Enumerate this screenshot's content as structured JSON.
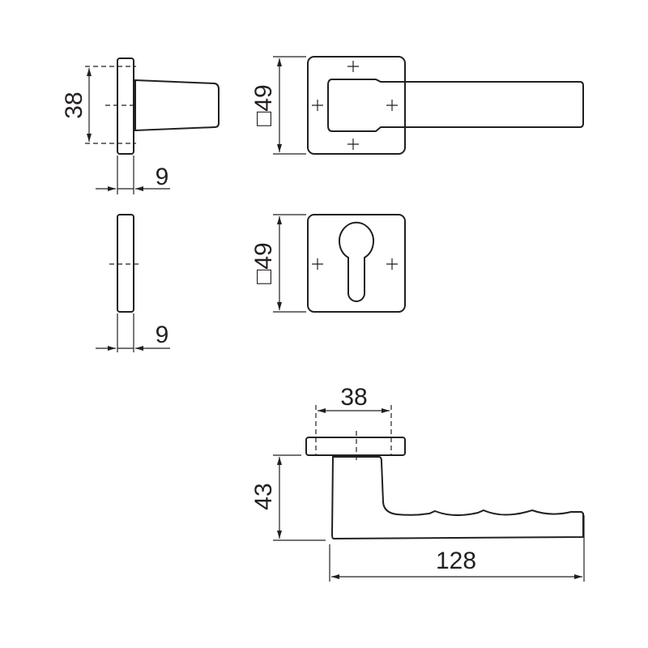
{
  "drawing": {
    "rose_diameter": "38",
    "rose_thickness_top": "9",
    "rose_thickness_bottom": "9",
    "plate_size_top": "□49",
    "plate_size_bottom": "□49",
    "lever_rose_width": "38",
    "lever_height": "43",
    "lever_length": "128"
  },
  "colors": {
    "line": "#231f20",
    "background": "#ffffff"
  }
}
